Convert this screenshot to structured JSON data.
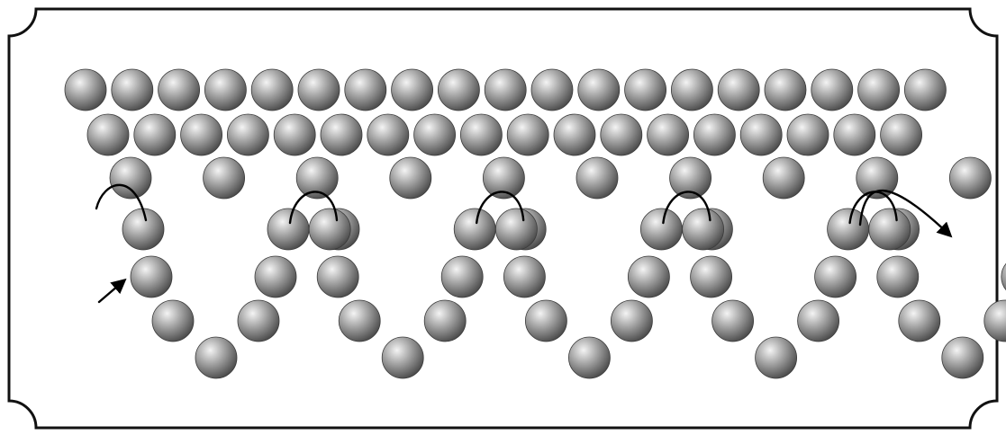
{
  "diagram": {
    "colors": {
      "frame_stroke": "#111111",
      "frame_fill": "#ffffff",
      "bead_highlight": "#f4f4f4",
      "bead_mid": "#a6a6a6",
      "bead_shadow": "#4a4a4a",
      "bead_outline": "#3a3a3a",
      "thread": "#000000"
    },
    "rows": {
      "row1_count": 19,
      "row2_count": 18,
      "row3_count": 10
    },
    "fringe_count": 5,
    "icons": {
      "entry_arrow": "arrow-icon",
      "exit_arrow": "arrow-icon"
    }
  }
}
